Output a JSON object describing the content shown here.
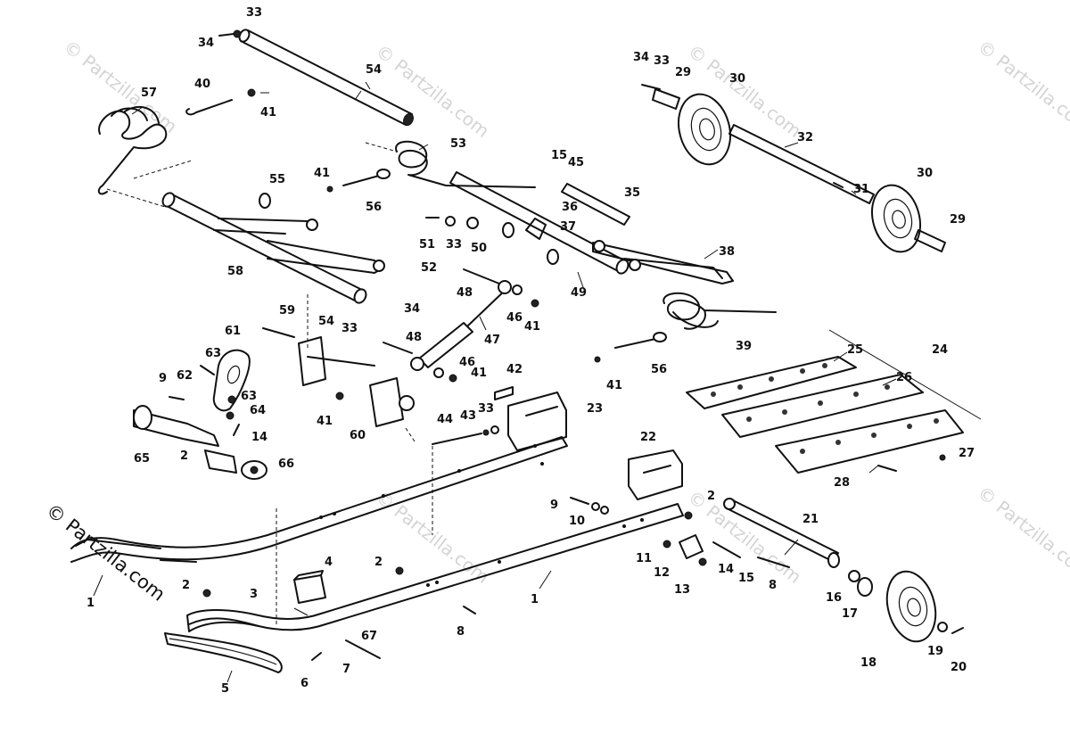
{
  "watermark": {
    "copyright_text": "© Partzilla.com",
    "faint_text": "© Partzilla.com"
  },
  "callouts": [
    {
      "id": "c33a",
      "label": "33"
    },
    {
      "id": "c34a",
      "label": "34"
    },
    {
      "id": "c54a",
      "label": "54"
    },
    {
      "id": "c40",
      "label": "40"
    },
    {
      "id": "c41a",
      "label": "41"
    },
    {
      "id": "c57",
      "label": "57"
    },
    {
      "id": "c53",
      "label": "53"
    },
    {
      "id": "c41b",
      "label": "41"
    },
    {
      "id": "c56a",
      "label": "56"
    },
    {
      "id": "c55",
      "label": "55"
    },
    {
      "id": "c58",
      "label": "58"
    },
    {
      "id": "c52",
      "label": "52"
    },
    {
      "id": "c54b",
      "label": "54"
    },
    {
      "id": "c33b",
      "label": "33"
    },
    {
      "id": "c34b",
      "label": "34"
    },
    {
      "id": "c51",
      "label": "51"
    },
    {
      "id": "c33c",
      "label": "33"
    },
    {
      "id": "c50",
      "label": "50"
    },
    {
      "id": "c48a",
      "label": "48"
    },
    {
      "id": "c49",
      "label": "49"
    },
    {
      "id": "c46a",
      "label": "46"
    },
    {
      "id": "c41c",
      "label": "41"
    },
    {
      "id": "c47",
      "label": "47"
    },
    {
      "id": "c59",
      "label": "59"
    },
    {
      "id": "c48b",
      "label": "48"
    },
    {
      "id": "c46b",
      "label": "46"
    },
    {
      "id": "c41d",
      "label": "41"
    },
    {
      "id": "c34c",
      "label": "34"
    },
    {
      "id": "c33d",
      "label": "33"
    },
    {
      "id": "c29a",
      "label": "29"
    },
    {
      "id": "c30a",
      "label": "30"
    },
    {
      "id": "c32",
      "label": "32"
    },
    {
      "id": "c31",
      "label": "31"
    },
    {
      "id": "c30b",
      "label": "30"
    },
    {
      "id": "c29b",
      "label": "29"
    },
    {
      "id": "c15a",
      "label": "15"
    },
    {
      "id": "c45",
      "label": "45"
    },
    {
      "id": "c35",
      "label": "35"
    },
    {
      "id": "c36",
      "label": "36"
    },
    {
      "id": "c37",
      "label": "37"
    },
    {
      "id": "c38",
      "label": "38"
    },
    {
      "id": "c39",
      "label": "39"
    },
    {
      "id": "c56b",
      "label": "56"
    },
    {
      "id": "c41e",
      "label": "41"
    },
    {
      "id": "c25",
      "label": "25"
    },
    {
      "id": "c24",
      "label": "24"
    },
    {
      "id": "c26",
      "label": "26"
    },
    {
      "id": "c27",
      "label": "27"
    },
    {
      "id": "c28",
      "label": "28"
    },
    {
      "id": "c61",
      "label": "61"
    },
    {
      "id": "c63a",
      "label": "63"
    },
    {
      "id": "c62",
      "label": "62"
    },
    {
      "id": "c9a",
      "label": "9"
    },
    {
      "id": "c63b",
      "label": "63"
    },
    {
      "id": "c64",
      "label": "64"
    },
    {
      "id": "c14a",
      "label": "14"
    },
    {
      "id": "c65",
      "label": "65"
    },
    {
      "id": "c2a",
      "label": "2"
    },
    {
      "id": "c66",
      "label": "66"
    },
    {
      "id": "c41f",
      "label": "41"
    },
    {
      "id": "c60",
      "label": "60"
    },
    {
      "id": "c42",
      "label": "42"
    },
    {
      "id": "c43",
      "label": "43"
    },
    {
      "id": "c33e",
      "label": "33"
    },
    {
      "id": "c44",
      "label": "44"
    },
    {
      "id": "c23",
      "label": "23"
    },
    {
      "id": "c22",
      "label": "22"
    },
    {
      "id": "c9b",
      "label": "9"
    },
    {
      "id": "c10",
      "label": "10"
    },
    {
      "id": "c2b",
      "label": "2"
    },
    {
      "id": "c21",
      "label": "21"
    },
    {
      "id": "c11",
      "label": "11"
    },
    {
      "id": "c12",
      "label": "12"
    },
    {
      "id": "c14b",
      "label": "14"
    },
    {
      "id": "c15b",
      "label": "15"
    },
    {
      "id": "c8a",
      "label": "8"
    },
    {
      "id": "c13",
      "label": "13"
    },
    {
      "id": "c16",
      "label": "16"
    },
    {
      "id": "c17",
      "label": "17"
    },
    {
      "id": "c18",
      "label": "18"
    },
    {
      "id": "c19",
      "label": "19"
    },
    {
      "id": "c20",
      "label": "20"
    },
    {
      "id": "c1a",
      "label": "1"
    },
    {
      "id": "c1b",
      "label": "1"
    },
    {
      "id": "c2c",
      "label": "2"
    },
    {
      "id": "c2d",
      "label": "2"
    },
    {
      "id": "c3",
      "label": "3"
    },
    {
      "id": "c4",
      "label": "4"
    },
    {
      "id": "c8b",
      "label": "8"
    },
    {
      "id": "c67",
      "label": "67"
    },
    {
      "id": "c5",
      "label": "5"
    },
    {
      "id": "c6",
      "label": "6"
    },
    {
      "id": "c7",
      "label": "7"
    }
  ]
}
